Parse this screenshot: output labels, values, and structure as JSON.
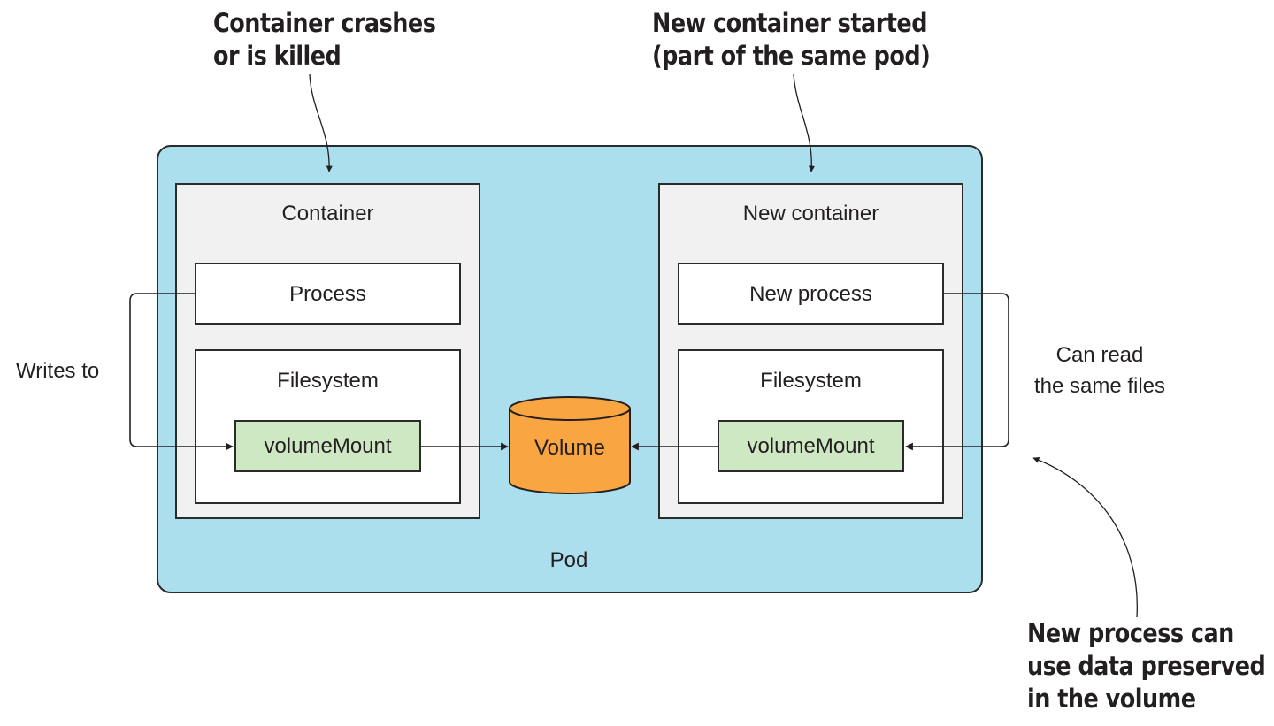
{
  "callouts": {
    "crash": [
      "Container crashes",
      "or is killed"
    ],
    "new_container": [
      "New container started",
      "(part of the same pod)"
    ],
    "preserved": [
      "New process can",
      "use data preserved",
      "in the volume"
    ]
  },
  "pod": {
    "label": "Pod",
    "color": "#abdfee"
  },
  "left_container": {
    "title": "Container",
    "process": "Process",
    "filesystem": "Filesystem",
    "mount": "volumeMount"
  },
  "right_container": {
    "title": "New container",
    "process": "New process",
    "filesystem": "Filesystem",
    "mount": "volumeMount"
  },
  "volume": {
    "label": "Volume",
    "color": "#f9a541"
  },
  "edges": {
    "writes": "Writes to",
    "reads": [
      "Can read",
      "the same files"
    ]
  },
  "colors": {
    "container": "#f1f1f1",
    "mount": "#cfe8c4"
  }
}
